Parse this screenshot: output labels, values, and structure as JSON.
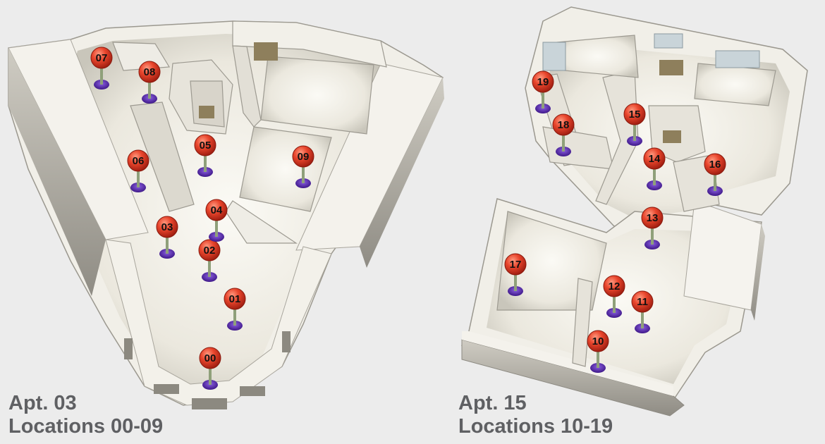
{
  "apartments": [
    {
      "caption_line1": "Apt. 03",
      "caption_line2": "Locations 00-09",
      "locations": [
        {
          "id": "00",
          "label": "00"
        },
        {
          "id": "01",
          "label": "01"
        },
        {
          "id": "02",
          "label": "02"
        },
        {
          "id": "03",
          "label": "03"
        },
        {
          "id": "04",
          "label": "04"
        },
        {
          "id": "05",
          "label": "05"
        },
        {
          "id": "06",
          "label": "06"
        },
        {
          "id": "07",
          "label": "07"
        },
        {
          "id": "08",
          "label": "08"
        },
        {
          "id": "09",
          "label": "09"
        }
      ]
    },
    {
      "caption_line1": "Apt. 15",
      "caption_line2": "Locations 10-19",
      "locations": [
        {
          "id": "10",
          "label": "10"
        },
        {
          "id": "11",
          "label": "11"
        },
        {
          "id": "12",
          "label": "12"
        },
        {
          "id": "13",
          "label": "13"
        },
        {
          "id": "14",
          "label": "14"
        },
        {
          "id": "15",
          "label": "15"
        },
        {
          "id": "16",
          "label": "16"
        },
        {
          "id": "17",
          "label": "17"
        },
        {
          "id": "18",
          "label": "18"
        },
        {
          "id": "19",
          "label": "19"
        }
      ]
    }
  ],
  "colors": {
    "background": "#ececec",
    "wall_top": "#f2f0ea",
    "wall_side": "#b9b6ad",
    "floor": "#e9e6dc",
    "pin_head": "#e2452f",
    "pin_stem": "#8fa07a",
    "pin_base": "#5b2aa8",
    "caption": "#5f6063"
  }
}
